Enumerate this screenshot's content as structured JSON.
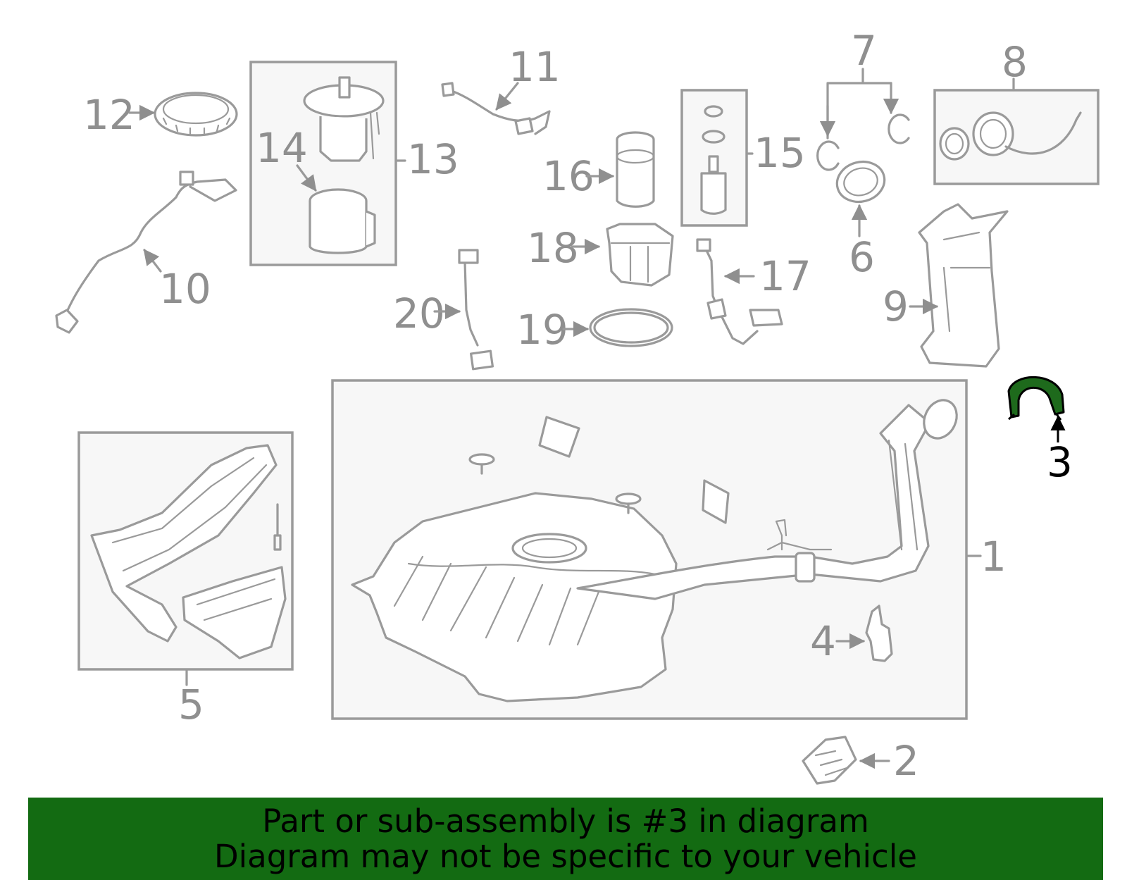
{
  "banner": {
    "line1": "Part or sub-assembly is #3 in diagram",
    "line2": "Diagram may not be specific to your vehicle",
    "background_color": "#136b12"
  },
  "highlight": {
    "part_number": "3",
    "color": "#1e6a1c"
  },
  "callouts": [
    "1",
    "2",
    "3",
    "4",
    "5",
    "6",
    "7",
    "8",
    "9",
    "10",
    "11",
    "12",
    "13",
    "14",
    "15",
    "16",
    "17",
    "18",
    "19",
    "20"
  ]
}
